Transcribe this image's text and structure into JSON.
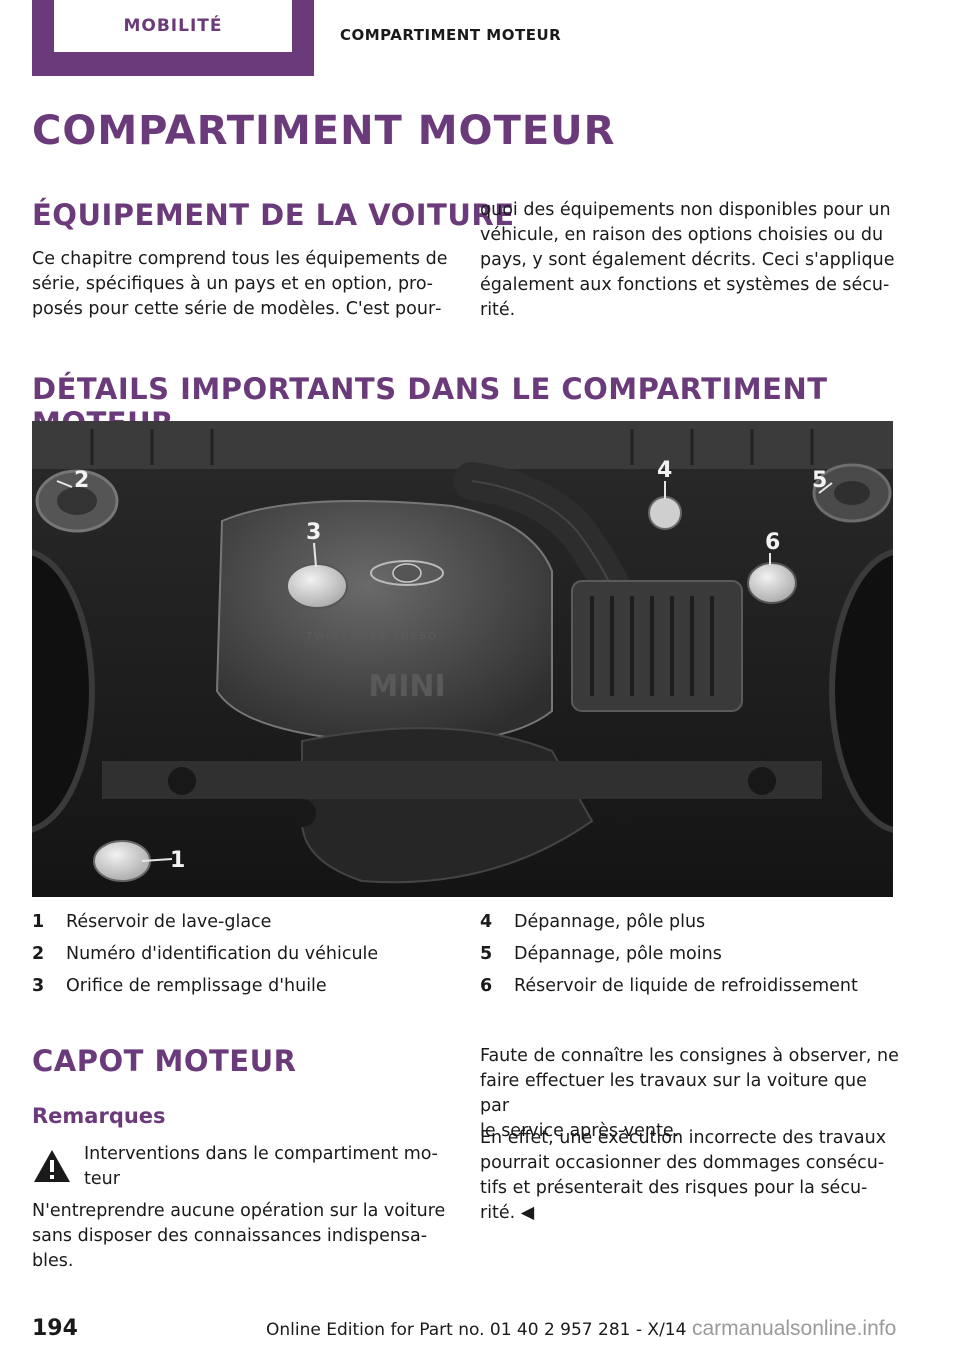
{
  "header": {
    "tab_label": "MOBILITÉ",
    "section_label": "COMPARTIMENT MOTEUR"
  },
  "page_title": "COMPARTIMENT MOTEUR",
  "equipment": {
    "heading": "ÉQUIPEMENT DE LA VOITURE",
    "col1_lines": [
      "Ce chapitre comprend tous les équipements de",
      "série, spécifiques à un pays et en option, pro‐",
      "posés pour cette série de modèles. C'est pour‐"
    ],
    "col2_lines": [
      "quoi des équipements non disponibles pour un",
      "véhicule, en raison des options choisies ou du",
      "pays, y sont également décrits. Ceci s'applique",
      "également aux fonctions et systèmes de sécu‐",
      "rité."
    ]
  },
  "important_details": {
    "heading": "DÉTAILS IMPORTANTS DANS LE COMPARTIMENT MOTEUR",
    "image_labels": [
      "1",
      "2",
      "3",
      "4",
      "5",
      "6"
    ],
    "image_brand_text": "MINI",
    "image_cover_text": "TWINPOWER TURBO",
    "legend": [
      {
        "num": "1",
        "text": "Réservoir de lave-glace"
      },
      {
        "num": "2",
        "text": "Numéro d'identification du véhicule"
      },
      {
        "num": "3",
        "text": "Orifice de remplissage d'huile"
      },
      {
        "num": "4",
        "text": "Dépannage, pôle plus"
      },
      {
        "num": "5",
        "text": "Dépannage, pôle moins"
      },
      {
        "num": "6",
        "text": "Réservoir de liquide de refroidissement"
      }
    ]
  },
  "hood": {
    "heading": "CAPOT MOTEUR",
    "subheading": "Remarques",
    "warning_lines": [
      "Interventions dans le compartiment mo‐",
      "teur"
    ],
    "col1_lines": [
      "N'entreprendre aucune opération sur la voiture",
      "sans disposer des connaissances indispensa‐",
      "bles."
    ],
    "col2_p1_lines": [
      "Faute de connaître les consignes à observer, ne",
      "faire effectuer les travaux sur la voiture que par",
      "le service après-vente."
    ],
    "col2_p2_lines": [
      "En effet, une exécution incorrecte des travaux",
      "pourrait occasionner des dommages consécu‐",
      "tifs et présenterait des risques pour la sécu‐",
      "rité. ◀"
    ]
  },
  "footer": {
    "page_number": "194",
    "edition": "Online Edition for Part no. 01 40 2 957 281 - X/14",
    "watermark": "carmanualsonline.info"
  },
  "colors": {
    "accent": "#6b3a7a",
    "text": "#1a1a1a"
  }
}
